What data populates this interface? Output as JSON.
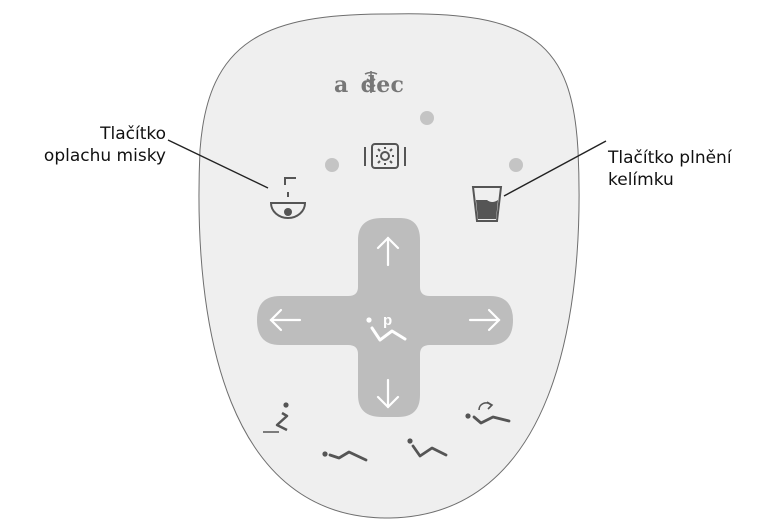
{
  "brand": {
    "prefix": "a",
    "suffix": "dec"
  },
  "callouts": {
    "left": {
      "line1": "Tlačítko",
      "line2": "oplachu misky"
    },
    "right": {
      "line1": "Tlačítko plnění",
      "line2": "kelímku"
    }
  },
  "colors": {
    "panel": "#efefef",
    "panel_border": "#6e6e6e",
    "icon": "#555555",
    "pad": "#bdbdbd",
    "arrow": "#ffffff",
    "led": "#c4c4c4"
  },
  "icons": [
    "light-toggle-icon",
    "bowl-rinse-icon",
    "cup-fill-icon",
    "arrow-up-icon",
    "arrow-down-icon",
    "arrow-left-icon",
    "arrow-right-icon",
    "program-chair-icon",
    "entry-exit-icon",
    "chair-preset-1-icon",
    "chair-preset-2-icon",
    "last-position-icon"
  ]
}
